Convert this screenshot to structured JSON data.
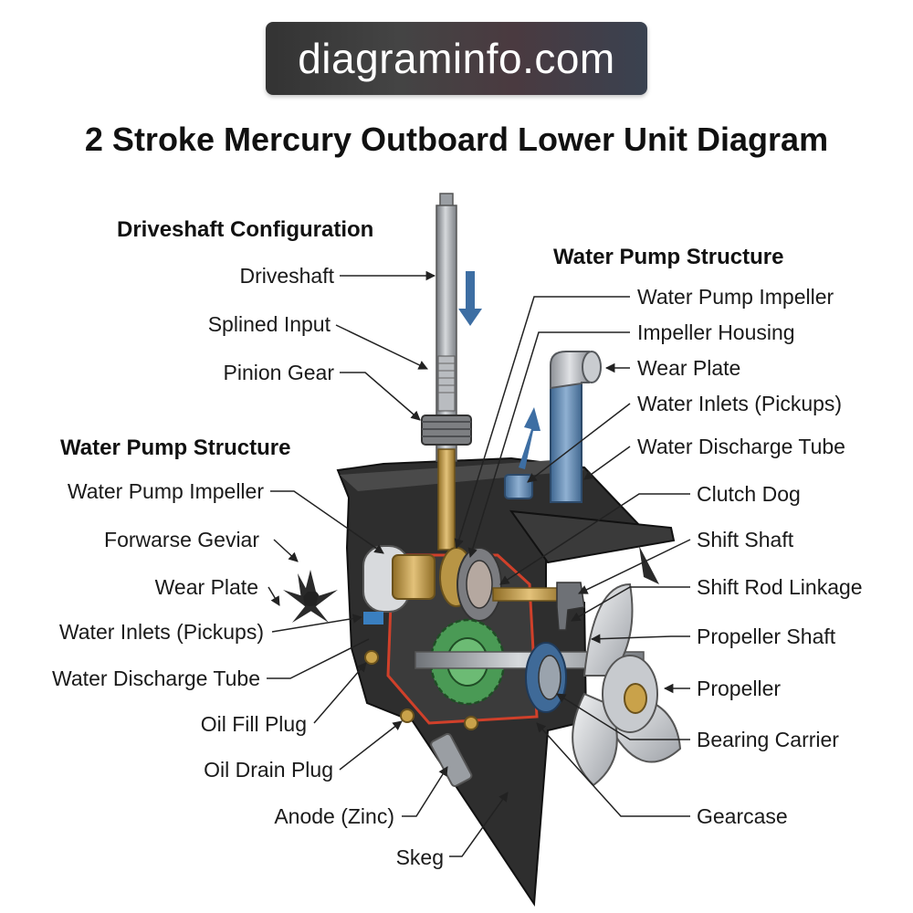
{
  "watermark": "diagraminfo.com",
  "title": "2 Stroke Mercury Outboard Lower Unit Diagram",
  "headings": {
    "driveshaft_config": "Driveshaft Configuration",
    "water_pump_right": "Water Pump Structure",
    "water_pump_left": "Water Pump Structure"
  },
  "labels_left": [
    "Driveshaft",
    "Splined Input",
    "Pinion Gear",
    "Water Pump Impeller",
    "Forwarse Geviar",
    "Wear Plate",
    "Water Inlets (Pickups)",
    "Water Discharge Tube",
    "Oil Fill Plug",
    "Oil Drain Plug",
    "Anode (Zinc)",
    "Skeg"
  ],
  "labels_right": [
    "Water Pump Impeller",
    "Impeller Housing",
    "Wear Plate",
    "Water Inlets (Pickups)",
    "Water Discharge Tube",
    "Clutch Dog",
    "Shift Shaft",
    "Shift Rod Linkage",
    "Propeller Shaft",
    "Propeller",
    "Bearing Carrier",
    "Gearcase"
  ],
  "colors": {
    "gearcase": "#2e2e2e",
    "oil_outline": "#d0402a",
    "water_tube": "#5a7fa8",
    "flow_arrow": "#3d6ea3",
    "gear_green": "#4a9a55",
    "brass": "#c9a24a",
    "steel": "#a8acb2"
  }
}
